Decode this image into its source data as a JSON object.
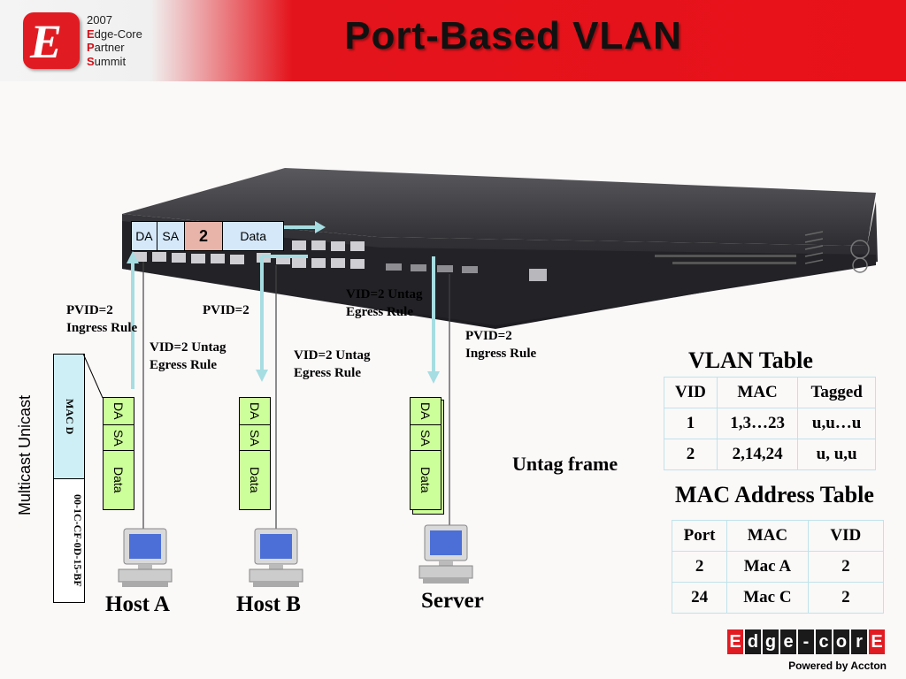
{
  "header": {
    "logo_letter": "E",
    "logo_lines": [
      {
        "cap": "",
        "rest": "2007"
      },
      {
        "cap": "E",
        "rest": "dge-Core"
      },
      {
        "cap": "P",
        "rest": "artner"
      },
      {
        "cap": "S",
        "rest": "ummit"
      }
    ],
    "title": "Port-Based VLAN"
  },
  "top_frame": {
    "da": "DA",
    "sa": "SA",
    "tag": "2",
    "data": "Data"
  },
  "labels": {
    "pvid_host_a": "PVID=2\nIngress Rule",
    "pvid_host_b": "PVID=2",
    "egress_mid": "VID=2 Untag\nEgress Rule",
    "egress_a": "VID=2 Untag\nEgress Rule",
    "egress_b": "VID=2 Untag\nEgress Rule",
    "pvid_server": "PVID=2\nIngress Rule",
    "untag_frame": "Untag frame"
  },
  "left_frame": {
    "cast_label": "Multicast Unicast",
    "mac_top": "MAC D",
    "mac_bottom": "00-1C-CF-0D-15-BF"
  },
  "vertical_frames": {
    "host_a": {
      "da": "DA",
      "sa": "SA",
      "data": "Data"
    },
    "host_b": {
      "da": "DA",
      "sa": "SA",
      "data": "Data"
    },
    "server": {
      "da": "DA",
      "sa": "SA",
      "data": "Data"
    }
  },
  "hosts": {
    "a": "Host A",
    "b": "Host B",
    "server": "Server"
  },
  "vlan_table": {
    "title": "VLAN Table",
    "headers": [
      "VID",
      "MAC",
      "Tagged"
    ],
    "rows": [
      [
        "1",
        "1,3…23",
        "u,u…u"
      ],
      [
        "2",
        "2,14,24",
        "u, u,u"
      ]
    ]
  },
  "mac_table": {
    "title": "MAC Address Table",
    "headers": [
      "Port",
      "MAC",
      "VID"
    ],
    "rows": [
      [
        "2",
        "Mac A",
        "2"
      ],
      [
        "24",
        "Mac C",
        "2"
      ]
    ]
  },
  "brand": {
    "letters": [
      "E",
      "d",
      "g",
      "e",
      "-",
      "c",
      "o",
      "r",
      "E"
    ],
    "tagline": "Powered by Accton"
  },
  "colors": {
    "header_red": "#e8111a",
    "frame_green": "#ccff99",
    "frame_blue": "#d4e8fa",
    "tag_pink": "#e8b4aa",
    "arrow": "#a6dde2"
  }
}
